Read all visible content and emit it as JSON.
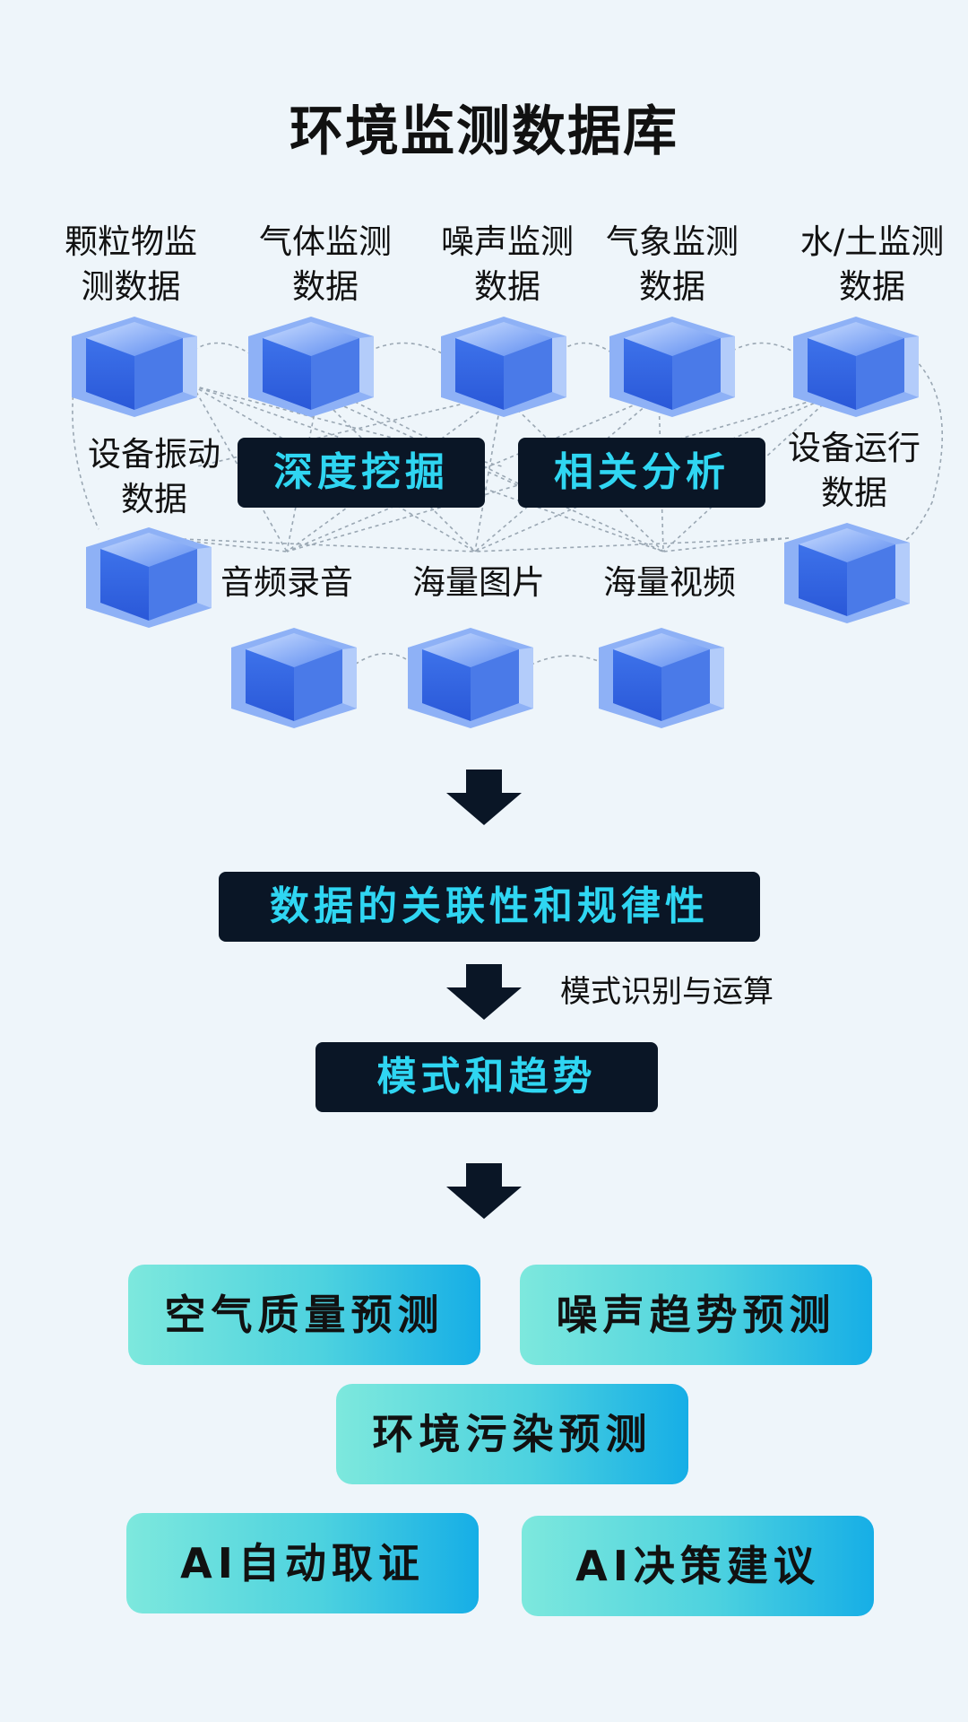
{
  "title": "环境监测数据库",
  "sources": [
    {
      "label_line1": "颗粒物监",
      "label_line2": "测数据"
    },
    {
      "label_line1": "气体监测",
      "label_line2": "数据"
    },
    {
      "label_line1": "噪声监测",
      "label_line2": "数据"
    },
    {
      "label_line1": "气象监测",
      "label_line2": "数据"
    },
    {
      "label_line1": "水/土监测",
      "label_line2": "数据"
    },
    {
      "label_line1": "设备振动",
      "label_line2": "数据"
    },
    {
      "label_line1": "设备运行",
      "label_line2": "数据"
    },
    {
      "label_line1": "音频录音",
      "label_line2": ""
    },
    {
      "label_line1": "海量图片",
      "label_line2": ""
    },
    {
      "label_line1": "海量视频",
      "label_line2": ""
    }
  ],
  "methods": [
    "深度挖掘",
    "相关分析"
  ],
  "stage_correlation": "数据的关联性和规律性",
  "side_note": "模式识别与运算",
  "stage_patterns": "模式和趋势",
  "predictions": [
    "空气质量预测",
    "噪声趋势预测",
    "环境污染预测",
    "AI自动取证",
    "AI决策建议"
  ],
  "colors": {
    "dark_box": "#0a1626",
    "accent_text": "#2fd6f2",
    "cube_face": "#3a6ee6",
    "pred_gradient_end": "#16aee6"
  }
}
